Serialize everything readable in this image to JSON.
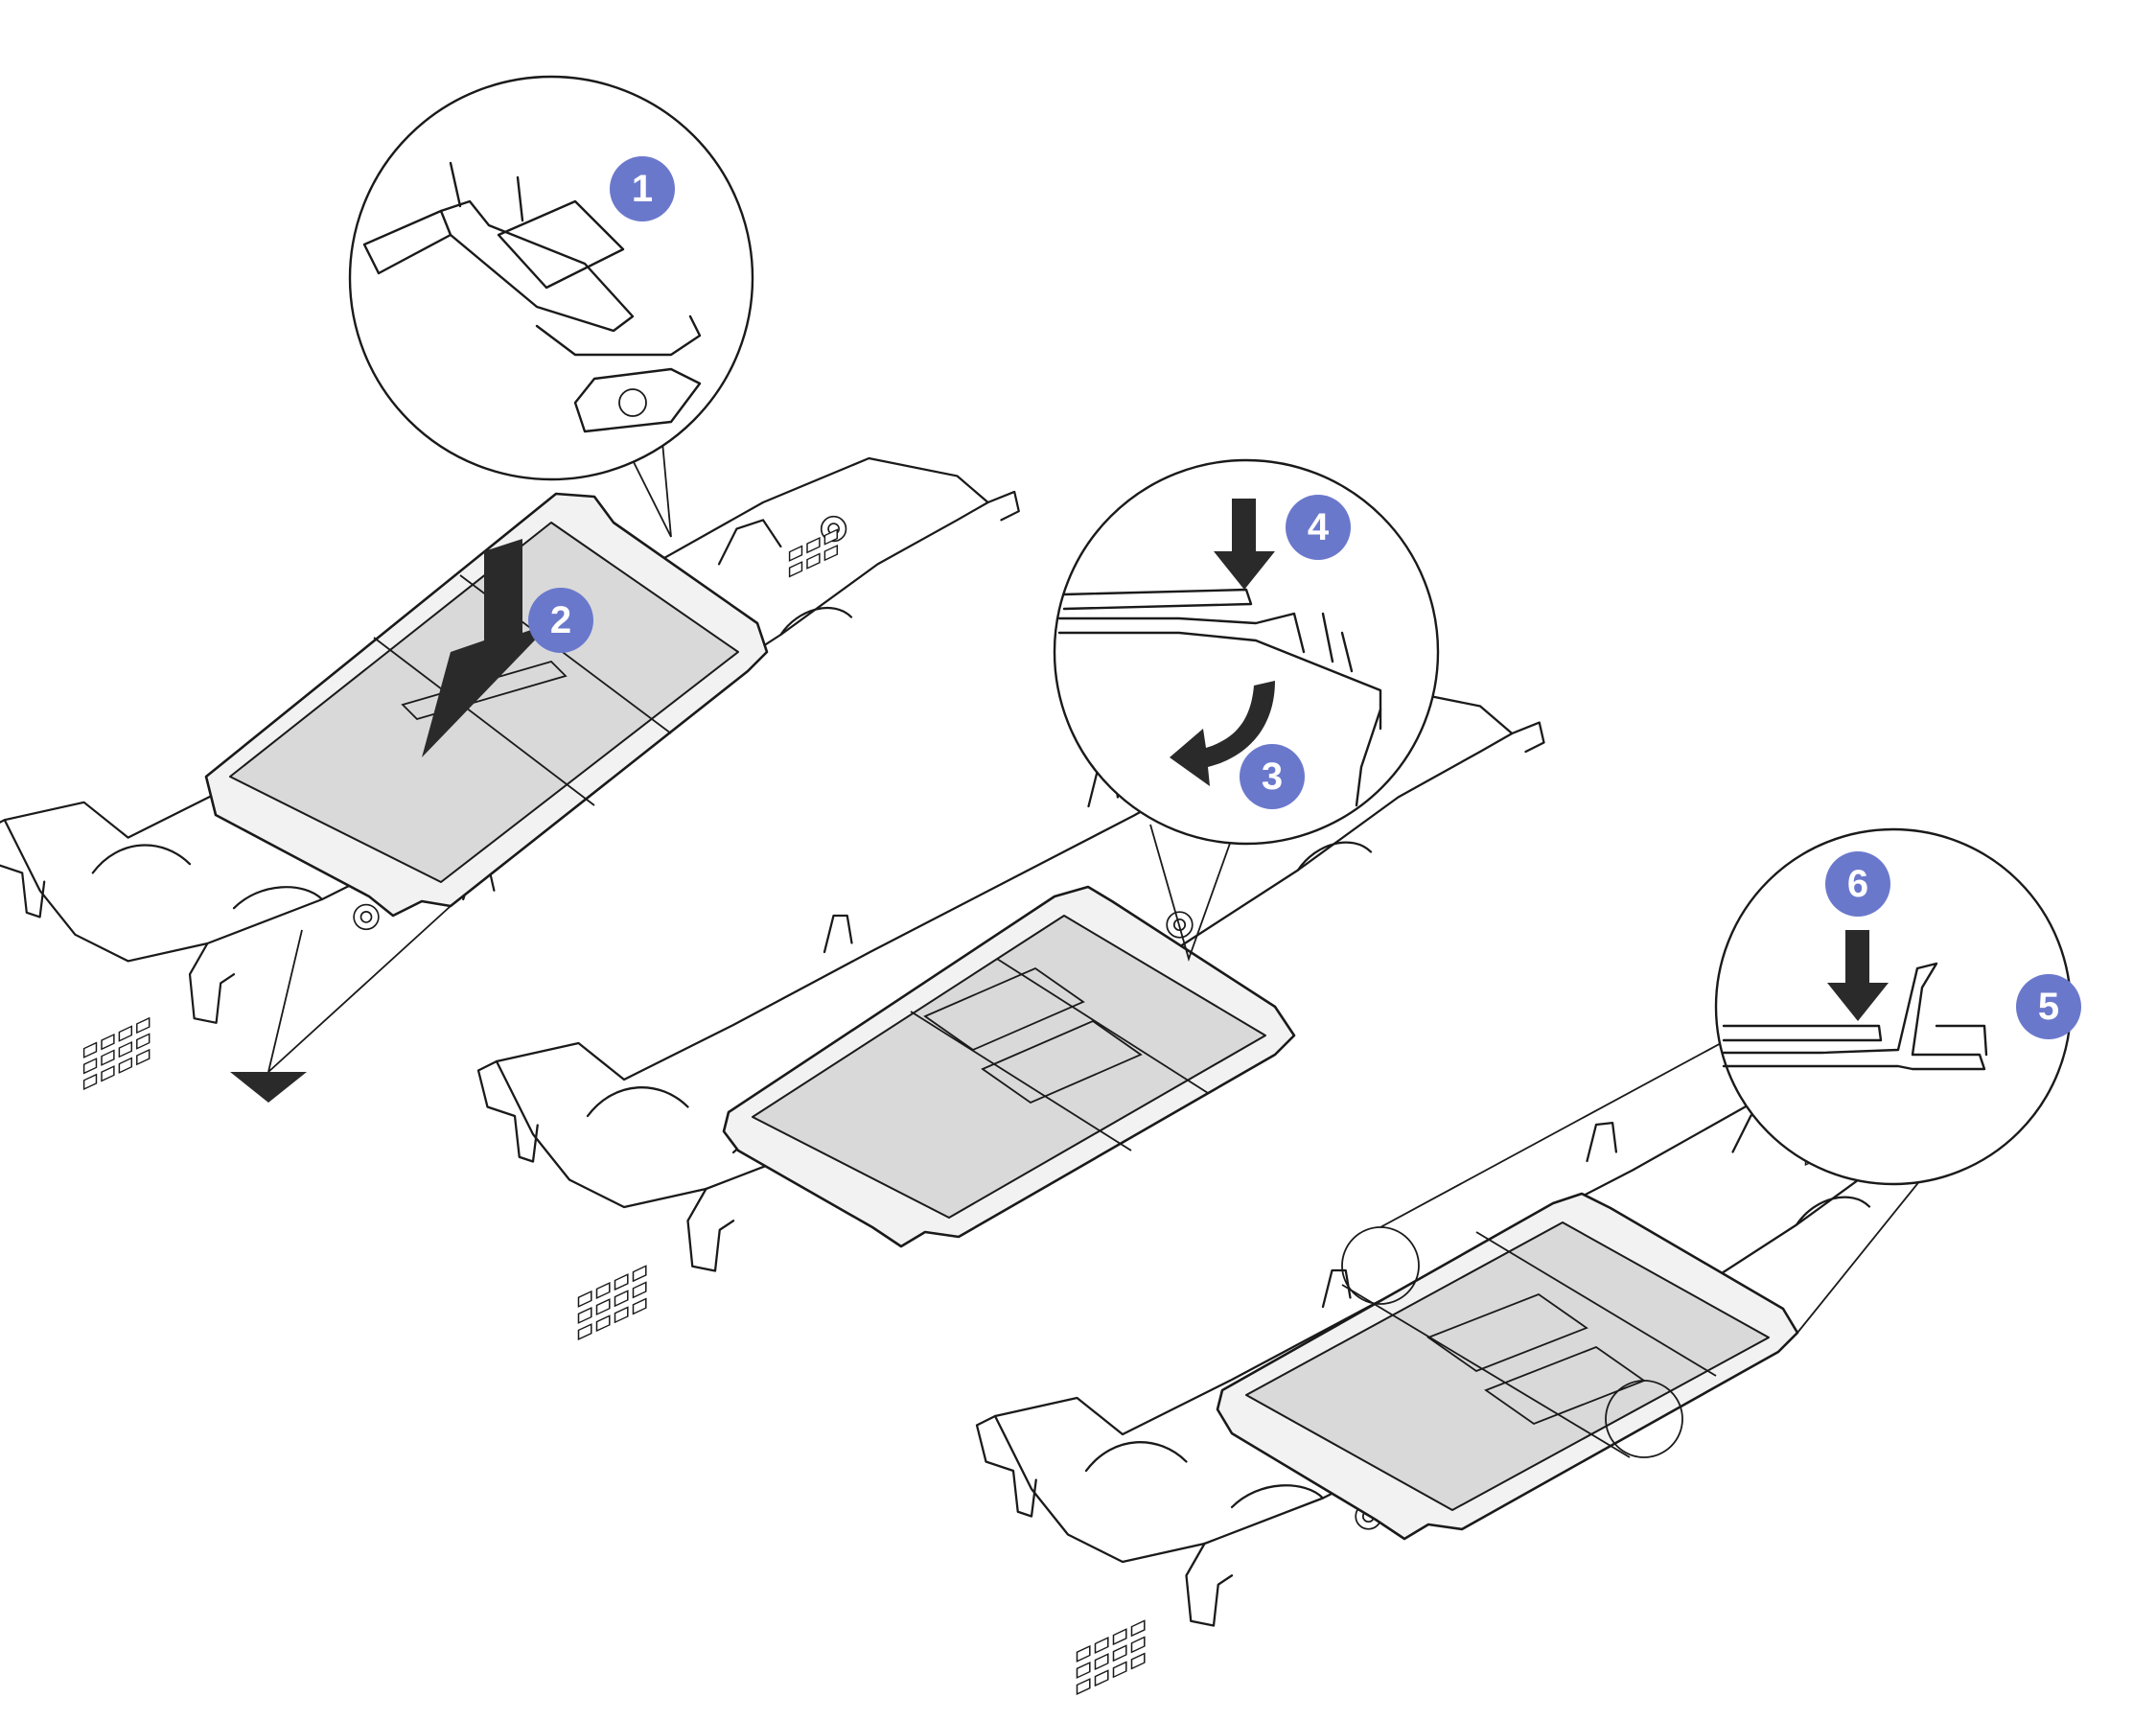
{
  "accent_color": "#6a78cc",
  "steps": [
    {
      "number": "1"
    },
    {
      "number": "2"
    },
    {
      "number": "3"
    },
    {
      "number": "4"
    },
    {
      "number": "5"
    },
    {
      "number": "6"
    }
  ]
}
